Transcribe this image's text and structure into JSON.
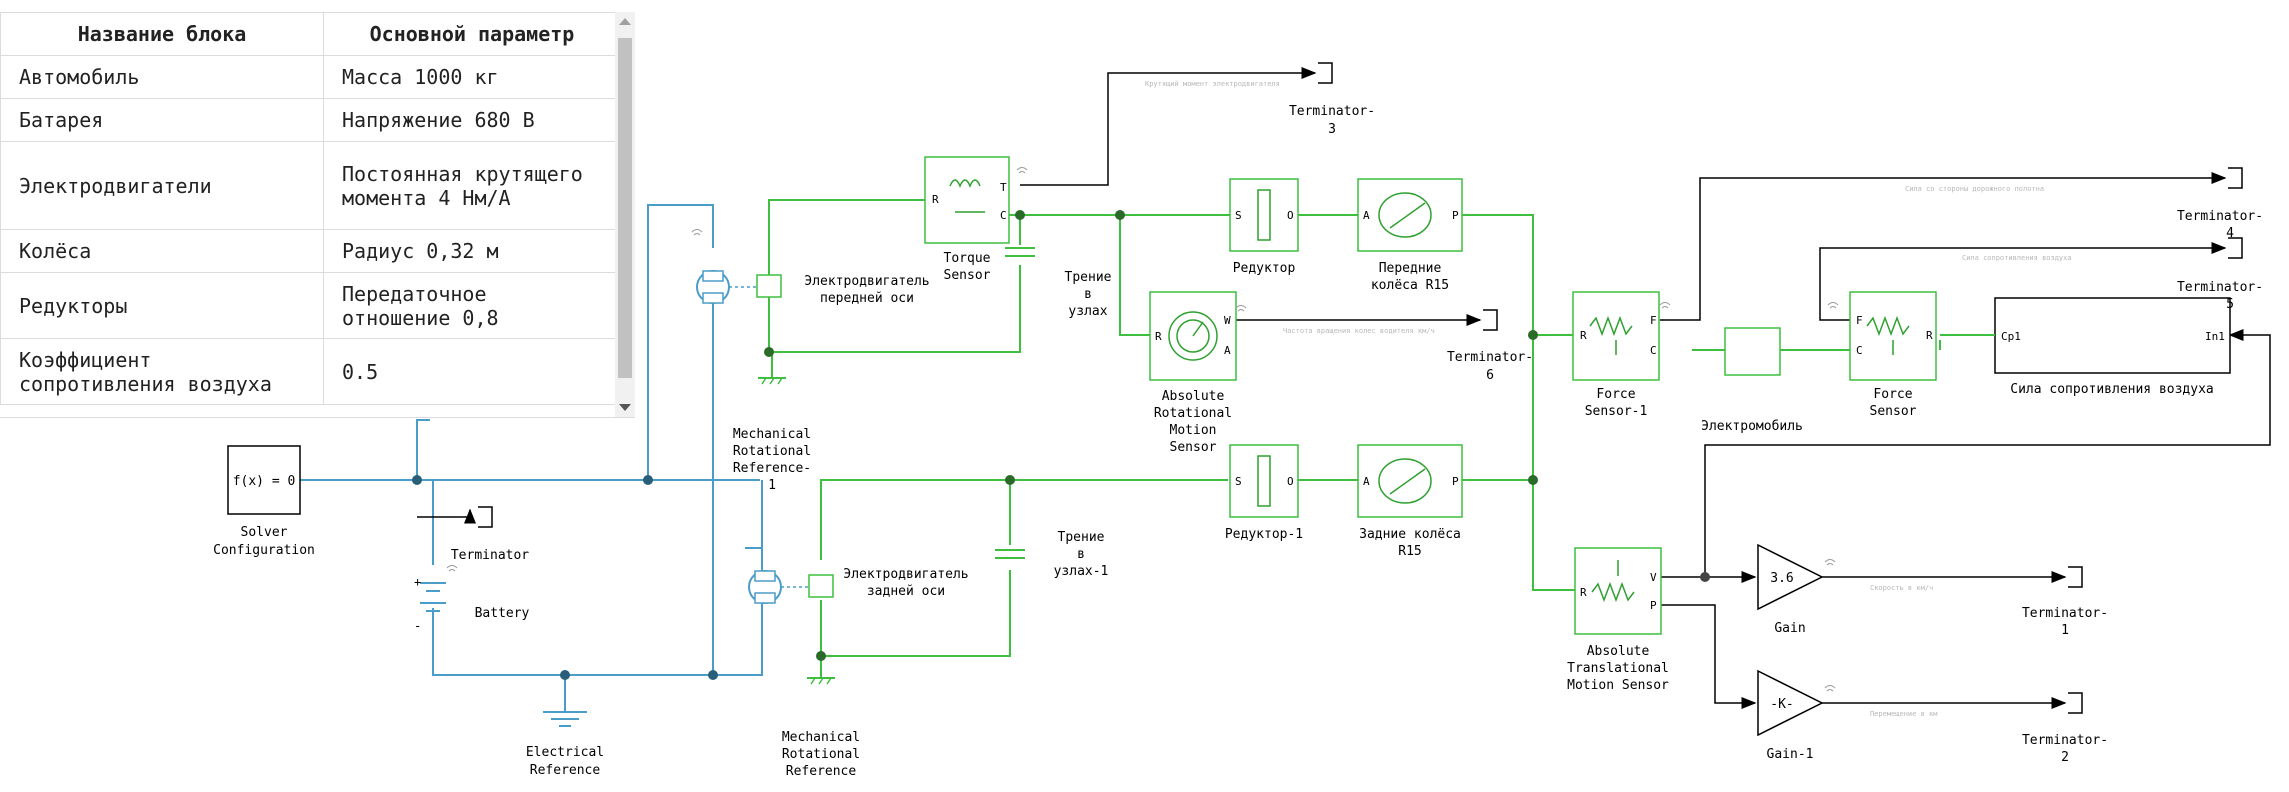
{
  "table": {
    "headers": [
      "Название блока",
      "Основной параметр"
    ],
    "rows": [
      [
        "Автомобиль",
        "Масса 1000 кг"
      ],
      [
        "Батарея",
        "Напряжение 680 В"
      ],
      [
        "Электродвигатели",
        "Постоянная крутящего момента 4 Нм/А"
      ],
      [
        "Колёса",
        "Радиус 0,32 м"
      ],
      [
        "Редукторы",
        "Передаточное отношение 0,8"
      ],
      [
        "Коэффициент сопротивления воздуха",
        "0.5"
      ]
    ]
  },
  "blocks": {
    "solver": {
      "icon": "f(x) = 0",
      "label": [
        "Solver",
        "Configuration"
      ]
    },
    "terminator": {
      "label": [
        "Terminator"
      ]
    },
    "battery": {
      "label": [
        "Battery"
      ]
    },
    "electrical_ref": {
      "label": [
        "Electrical",
        "Reference"
      ]
    },
    "motor_front": {
      "label": [
        "Электродвигатель",
        "передней оси"
      ]
    },
    "motor_rear": {
      "label": [
        "Электродвигатель",
        "задней оси"
      ]
    },
    "mech_ref_1": {
      "label": [
        "Mechanical",
        "Rotational",
        "Reference-",
        "1"
      ]
    },
    "mech_ref_2": {
      "label": [
        "Mechanical",
        "Rotational",
        "Reference"
      ]
    },
    "torque_sensor": {
      "label": [
        "Torque",
        "Sensor"
      ]
    },
    "friction_1": {
      "label": [
        "Трение",
        "в",
        "узлах"
      ]
    },
    "friction_2": {
      "label": [
        "Трение",
        "в",
        "узлах-1"
      ]
    },
    "terminator_3": {
      "label": [
        "Terminator-",
        "3"
      ]
    },
    "reducer_1": {
      "label": [
        "Редуктор"
      ]
    },
    "reducer_2": {
      "label": [
        "Редуктор-1"
      ]
    },
    "wheels_front": {
      "label": [
        "Передние",
        "колёса R15"
      ]
    },
    "wheels_rear": {
      "label": [
        "Задние колёса",
        "R15"
      ]
    },
    "abs_rot_sensor": {
      "label": [
        "Absolute",
        "Rotational",
        "Motion",
        "Sensor"
      ]
    },
    "terminator_6": {
      "label": [
        "Terminator-",
        "6"
      ]
    },
    "force_sensor_1": {
      "label": [
        "Force",
        "Sensor-1"
      ]
    },
    "vehicle": {
      "label": [
        "Электромобиль"
      ]
    },
    "force_sensor": {
      "label": [
        "Force",
        "Sensor"
      ]
    },
    "air_drag": {
      "label": [
        "Сила сопротивления воздуха"
      ],
      "port_left": "Cp1",
      "port_right": "In1"
    },
    "terminator_4": {
      "label": [
        "Terminator-",
        "4"
      ]
    },
    "terminator_5": {
      "label": [
        "Terminator-",
        "5"
      ]
    },
    "abs_trans_sensor": {
      "label": [
        "Absolute",
        "Translational",
        "Motion Sensor"
      ]
    },
    "gain": {
      "icon": "3.6",
      "label": [
        "Gain"
      ]
    },
    "gain_1": {
      "icon": "-K-",
      "label": [
        "Gain-1"
      ]
    },
    "terminator_1": {
      "label": [
        "Terminator-",
        "1"
      ]
    },
    "terminator_2": {
      "label": [
        "Terminator-",
        "2"
      ]
    }
  },
  "signal_labels": {
    "torque": "Крутящий момент электродвигателя",
    "wheel_speed": "Частота вращения колес водителя км/ч",
    "ground_force": "Сила со стороны дорожного полотна",
    "drag_force": "Сила сопротивления воздуха",
    "speed": "Скорость в км/ч",
    "distance": "Перемещение в км"
  },
  "port_labels": {
    "R": "R",
    "C": "C",
    "T": "T",
    "S": "S",
    "O": "O",
    "A": "A",
    "P": "P",
    "W": "W",
    "F": "F",
    "V": "V",
    "plus": "+",
    "minus": "-"
  },
  "colors": {
    "electrical": "#4a9cc9",
    "mechanical": "#3fbf3f",
    "signal": "#000000",
    "block_border": "#2ea02e",
    "junction": "#2a5f7a"
  }
}
